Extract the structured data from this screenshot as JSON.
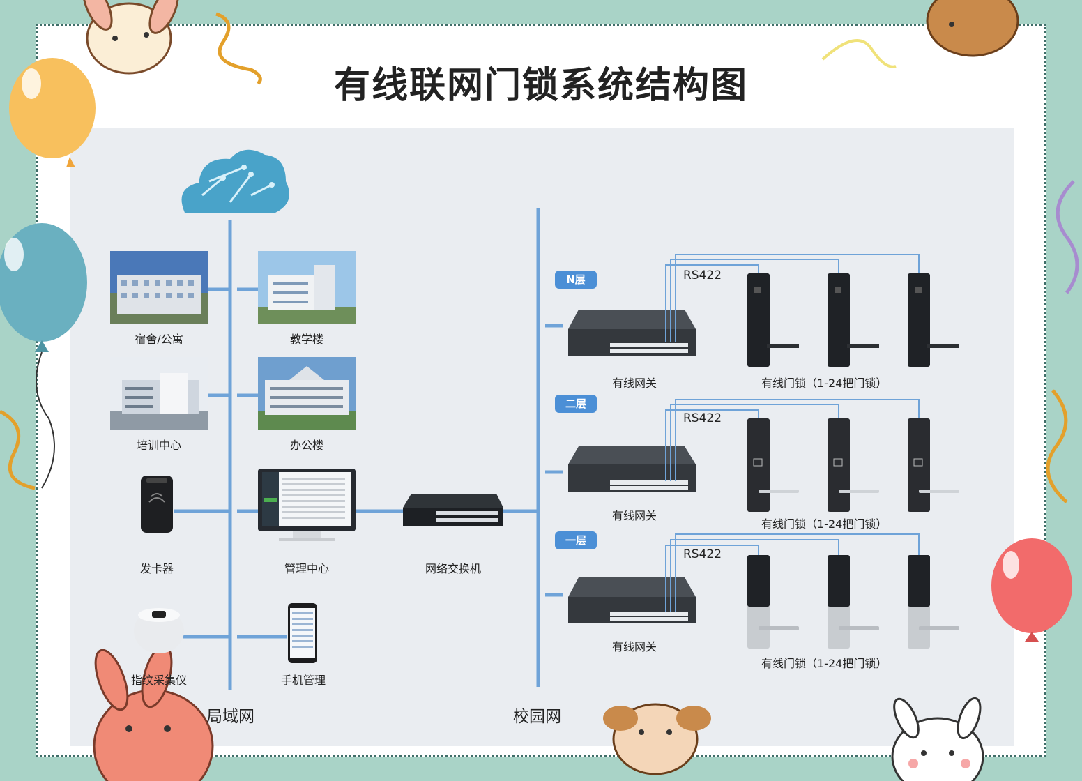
{
  "title": "有线联网门锁系统结构图",
  "lan": {
    "label": "局域网",
    "nodes": {
      "dorm": "宿舍/公寓",
      "teaching": "教学楼",
      "training": "培训中心",
      "office": "办公楼",
      "card_issuer": "发卡器",
      "management": "管理中心",
      "fingerprint": "指纹采集仪",
      "mobile": "手机管理"
    }
  },
  "switch_label": "网络交换机",
  "campus": {
    "label": "校园网",
    "floors": [
      {
        "badge": "N层",
        "protocol": "RS422",
        "gateway": "有线网关",
        "locks": "有线门锁（1-24把门锁）"
      },
      {
        "badge": "二层",
        "protocol": "RS422",
        "gateway": "有线网关",
        "locks": "有线门锁（1-24把门锁）"
      },
      {
        "badge": "一层",
        "protocol": "RS422",
        "gateway": "有线网关",
        "locks": "有线门锁（1-24把门锁）"
      }
    ]
  },
  "colors": {
    "line": "#6fa3d8",
    "badge": "#4b8fd6",
    "frame_bg": "#a9d3c7",
    "panel": "#eaedf1"
  }
}
